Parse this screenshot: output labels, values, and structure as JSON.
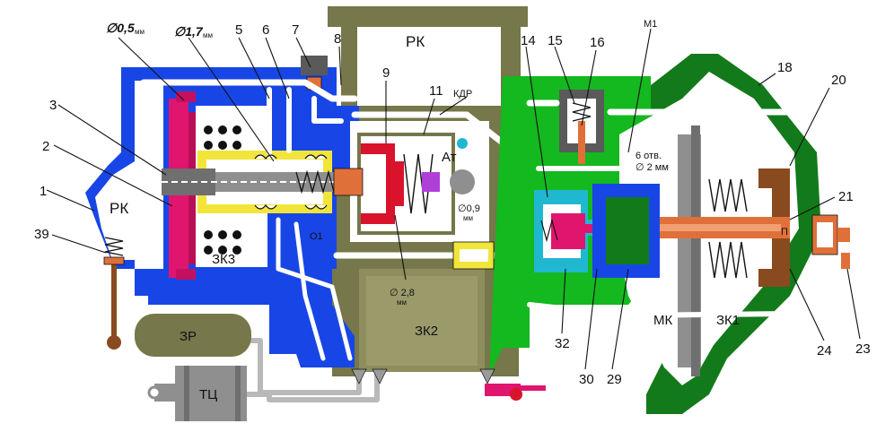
{
  "chambers": {
    "rk_top": "РК",
    "rk_left": "РК",
    "kdr": "КДР",
    "at": "Ат",
    "o1": "О1",
    "zk3": "ЗК3",
    "zk2": "ЗК2",
    "zk1": "ЗК1",
    "mk": "МК",
    "m1": "М1",
    "p": "П",
    "zr": "ЗР",
    "tc": "ТЦ"
  },
  "dimensions": {
    "d05": "∅0,5",
    "d05_unit": "мм",
    "d17": "∅1,7",
    "d17_unit": "мм",
    "d09": "∅0,9",
    "d09_unit": "мм",
    "d28": "∅ 2,8",
    "d28_unit": "мм",
    "holes_line1": "6 отв.",
    "holes_line2": "∅ 2 мм"
  },
  "callouts": {
    "n1": "1",
    "n2": "2",
    "n3": "3",
    "n5": "5",
    "n6": "6",
    "n7": "7",
    "n8": "8",
    "n9": "9",
    "n11": "11",
    "n14": "14",
    "n15": "15",
    "n16": "16",
    "n18": "18",
    "n20": "20",
    "n21": "21",
    "n23": "23",
    "n24": "24",
    "n29": "29",
    "n30": "30",
    "n32": "32",
    "n39": "39"
  },
  "colors": {
    "blue": "#1846e6",
    "green": "#14b81f",
    "dark_green": "#127a1a",
    "olive": "#76774a",
    "olive_light": "#8d8d5d",
    "gray": "#8f8f8f",
    "magenta": "#e0156e",
    "cyan": "#1fb8d0",
    "brown": "#8a4a20",
    "orange": "#e0703a",
    "yellow": "#f2e53a",
    "violet": "#b03fd8"
  }
}
